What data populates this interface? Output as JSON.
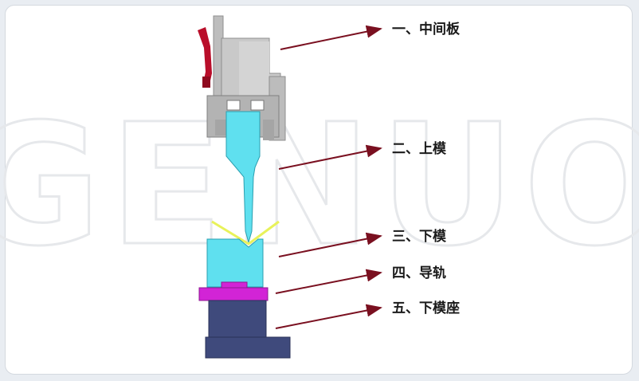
{
  "watermark": "GENUO",
  "colors": {
    "tool_gray": "#c4c4c4",
    "tool_gray_dark": "#9a9a9a",
    "clamp_red": "#c8102e",
    "upper_die": "#5fe0ef",
    "lower_die": "#5fe0ef",
    "guide_rail": "#d224d6",
    "die_base": "#3f4a7c",
    "arrow": "#7a1020",
    "sheet": "#e8f25a"
  },
  "labels": [
    {
      "id": "intermediate-plate",
      "text": "一、中间板"
    },
    {
      "id": "upper-die",
      "text": "二、上模"
    },
    {
      "id": "lower-die",
      "text": "三、下模"
    },
    {
      "id": "guide-rail",
      "text": "四、导轨"
    },
    {
      "id": "lower-die-base",
      "text": "五、下模座"
    }
  ]
}
